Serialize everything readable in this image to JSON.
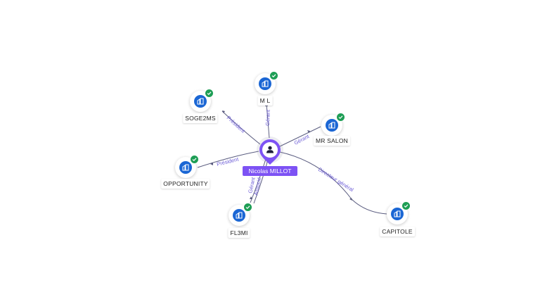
{
  "center": {
    "name": "Nicolas MILLOT",
    "icon": "person-icon",
    "color": "#7d52f4"
  },
  "companies": [
    {
      "id": "ml",
      "name": "M L",
      "icon": "building-icon",
      "verified": true
    },
    {
      "id": "soge2ms",
      "name": "SOGE2MS",
      "icon": "building-icon",
      "verified": true
    },
    {
      "id": "mr-salon",
      "name": "MR SALON",
      "icon": "building-icon",
      "verified": true
    },
    {
      "id": "opportunity",
      "name": "OPPORTUNITY",
      "icon": "building-icon",
      "verified": true
    },
    {
      "id": "fl3mi",
      "name": "FL3MI",
      "icon": "building-icon",
      "verified": true
    },
    {
      "id": "capitole",
      "name": "CAPITOLE",
      "icon": "building-icon",
      "verified": true
    }
  ],
  "relations": [
    {
      "to": "ml",
      "label": "Gérant"
    },
    {
      "to": "soge2ms",
      "label": "Président"
    },
    {
      "to": "mr-salon",
      "label": "Gérant"
    },
    {
      "to": "opportunity",
      "label": "Président"
    },
    {
      "to": "fl3mi",
      "label": "Gérant"
    },
    {
      "to": "fl3mi",
      "label": "Associé"
    },
    {
      "to": "capitole",
      "label": "Directeur général"
    }
  ],
  "colors": {
    "company": "#1a66d4",
    "verified": "#1e9e55",
    "edge": "#5b5d80",
    "edge_label": "#6b5bd6"
  }
}
